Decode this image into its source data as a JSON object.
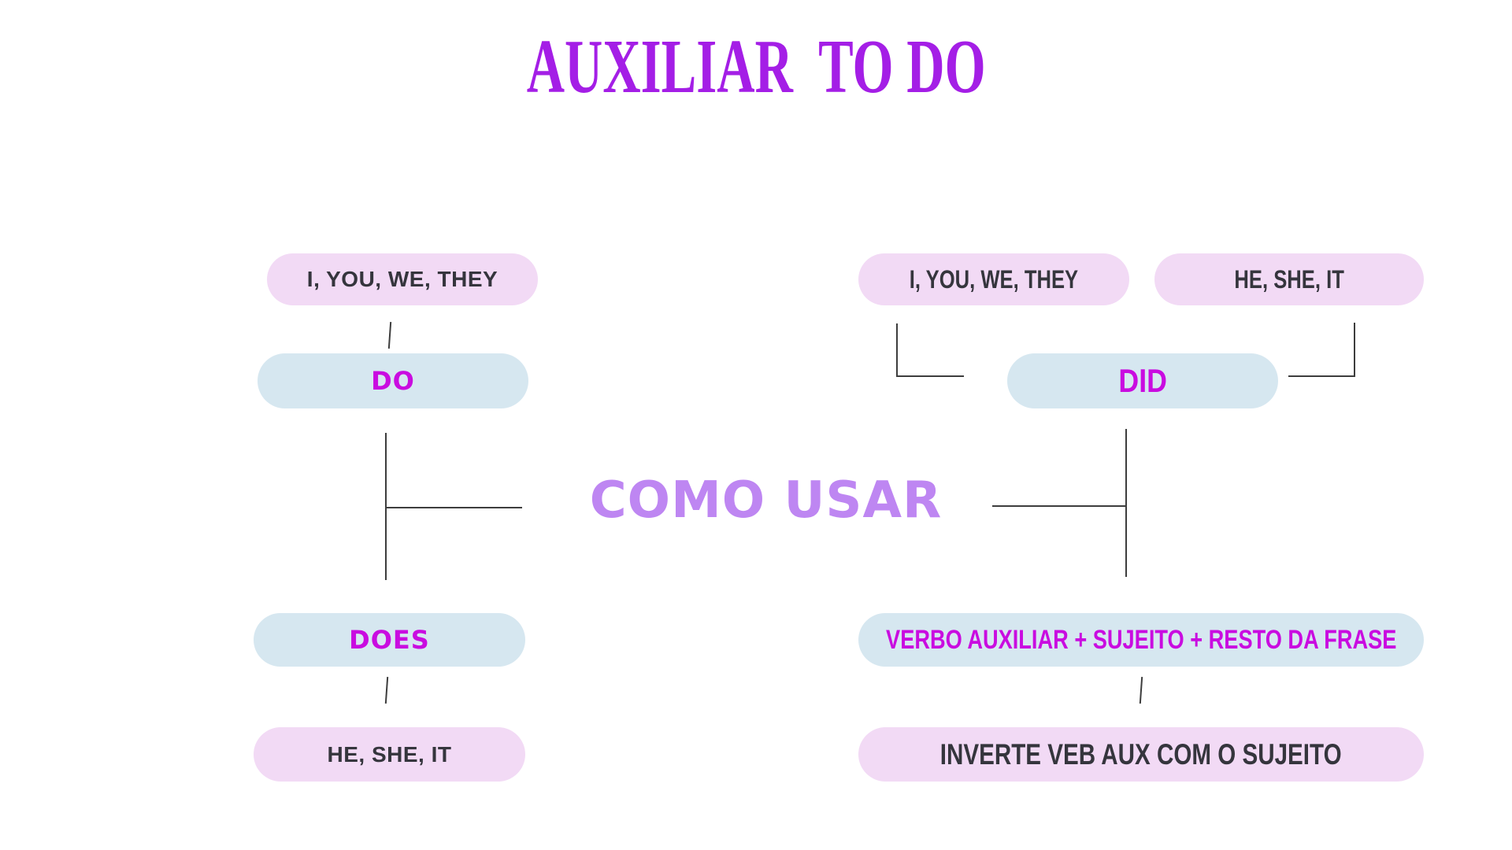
{
  "title": "AUXILIAR  TO DO",
  "center_label": "COMO USAR",
  "colors": {
    "title": "#A41EE6",
    "magenta": "#C90CE0",
    "center": "#BE86F2",
    "pill_pink": "#F2DAF5",
    "pill_blue": "#D6E7F0",
    "dark_text": "#35353D",
    "line": "#3D3D3D",
    "background": "#FFFFFF"
  },
  "left_flow": {
    "subject_top": "I, YOU, WE, THEY",
    "aux_present": "DO",
    "aux_present_third": "DOES",
    "subject_bottom": "HE, SHE, IT"
  },
  "right_flow": {
    "subject_left": "I, YOU, WE, THEY",
    "subject_right": "HE, SHE, IT",
    "aux_past": "DID",
    "structure_rule": "VERBO AUXILIAR + SUJEITO + RESTO DA FRASE",
    "inversion_rule": "INVERTE VEB AUX COM O SUJEITO"
  }
}
